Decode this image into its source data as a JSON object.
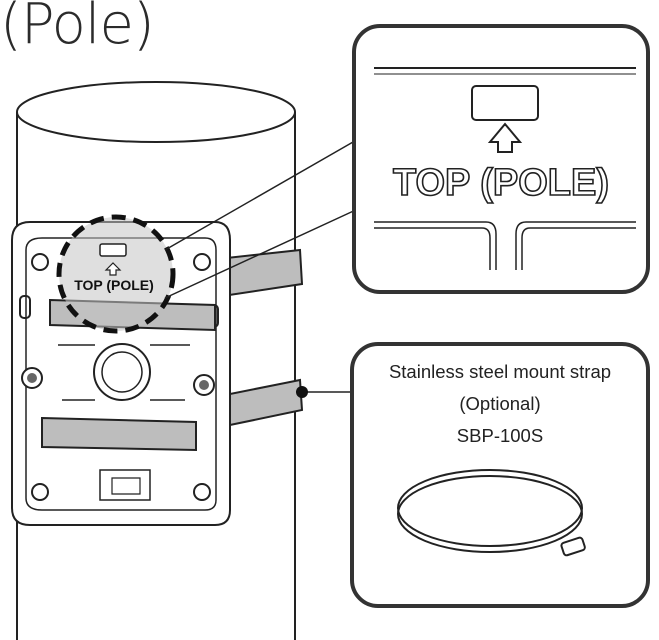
{
  "title": "(Pole)",
  "bracket_label": "TOP (POLE)",
  "zoom_label": "TOP (POLE)",
  "strap": {
    "name": "Stainless steel mount strap",
    "note": "(Optional)",
    "model": "SBP-100S"
  },
  "colors": {
    "line": "#222222",
    "strap_fill": "#b8b8b8",
    "highlight_fill": "#c4c4c4",
    "panel_border": "#333333"
  }
}
